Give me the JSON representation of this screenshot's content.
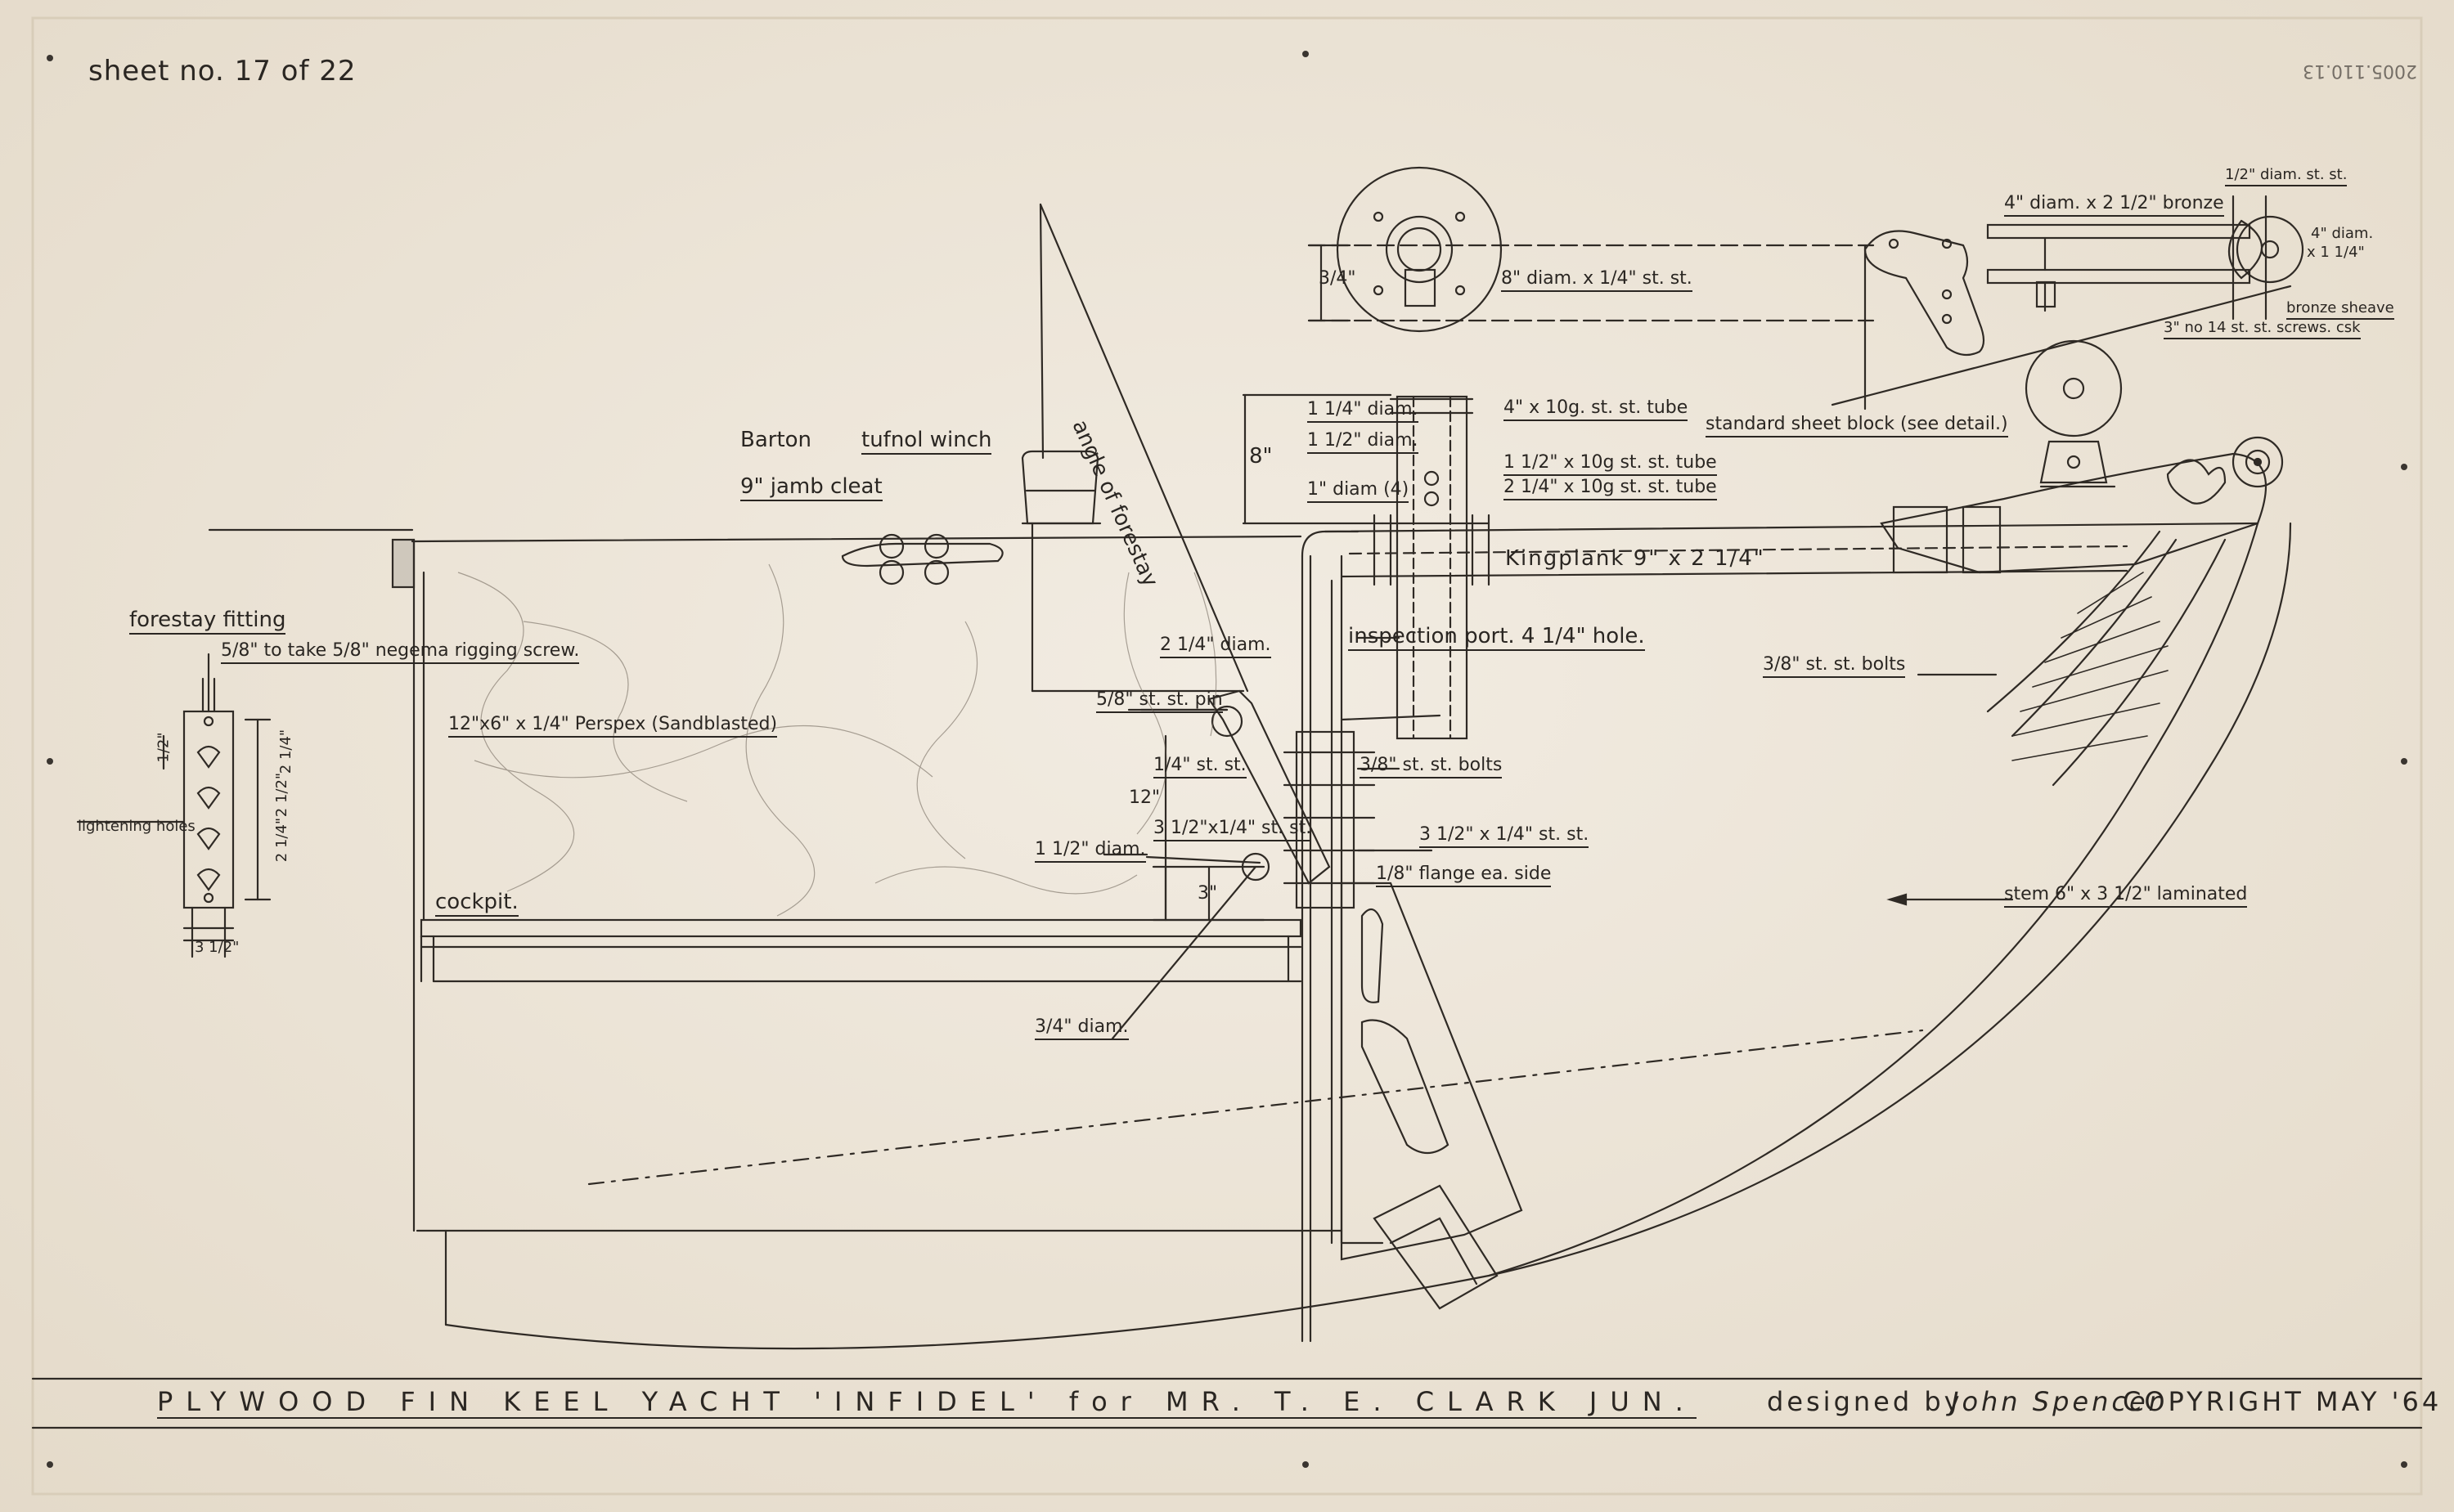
{
  "sheet": {
    "number_label": "sheet no. 17 of 22",
    "archive_mark": "2005.110.13"
  },
  "title_block": {
    "title": "PLYWOOD FIN KEEL YACHT 'INFIDEL' for MR. T. E. CLARK JUN.",
    "designed_by": "designed by",
    "signature": "John Spencer",
    "copyright": "COPYRIGHT MAY '64"
  },
  "annotations": {
    "angle_of_forestay": "angle of forestay",
    "barton": "Barton",
    "tufnol_winch": "tufnol winch",
    "jamb_cleat": "9\" jamb cleat",
    "forestay_fitting": "forestay fitting",
    "rigging_screw": "5/8\" to take 5/8\" negema rigging screw.",
    "lightening_holes": "lightening holes",
    "perspex": "12\"x6\" x 1/4\" Perspex (Sandblasted)",
    "dim_2_1_4_diam": "2 1/4\" diam.",
    "pin": "5/8\" st. st. pin",
    "st_st_1_4": "1/4\" st. st.",
    "dim_12": "12\"",
    "bar_3_1_2": "3 1/2\"x1/4\" st. st.",
    "dim_1_1_2_diam": "1 1/2\" diam.",
    "dim_3": "3\"",
    "cockpit": "cockpit.",
    "dim_3_4_diam": "3/4\" diam.",
    "dim_8": "8\"",
    "dim_1_1_4_diam": "1 1/4\" diam.",
    "dim_1_1_2_diam_b": "1 1/2\" diam.",
    "dim_1_diam_4": "1\" diam (4)",
    "tube_4": "4\" x 10g. st. st. tube",
    "tube_1_1_2": "1 1/2\" x 10g st. st. tube",
    "tube_2_1_4": "2 1/4\" x 10g st. st. tube",
    "kingplank": "Kingplank 9\" x 2 1/4\"",
    "inspection_port": "inspection port. 4 1/4\" hole.",
    "bolts_3_8_a": "3/8\" st. st. bolts",
    "bar_3_1_2_b": "3 1/2\" x 1/4\" st. st.",
    "flange": "1/8\" flange ea. side",
    "bolts_3_8_b": "3/8\" st. st. bolts",
    "stem": "stem 6\" x 3 1/2\" laminated",
    "plate_8": "8\" diam. x 1/4\" st. st.",
    "dim_3_4": "3/4\"",
    "bronze_4": "4\" diam. x 2 1/2\" bronze",
    "half_diam": "1/2\" diam. st. st.",
    "sheave_4": "4\" diam.",
    "sheave_size": "x 1 1/4\"",
    "bronze_sheave": "bronze sheave",
    "screws": "3\" no 14 st. st. screws. csk",
    "sheet_block": "standard sheet block (see detail.)",
    "fit_1_2": "1/2\"",
    "fit_2_1_4_a": "2 1/4\"",
    "fit_2_1_2": "2 1/2\"",
    "fit_2_1_4_b": "2 1/4\"",
    "fit_3_1_2": "3 1/2\""
  },
  "colors": {
    "paper": "#efe8dc",
    "ink": "#2a2622"
  }
}
